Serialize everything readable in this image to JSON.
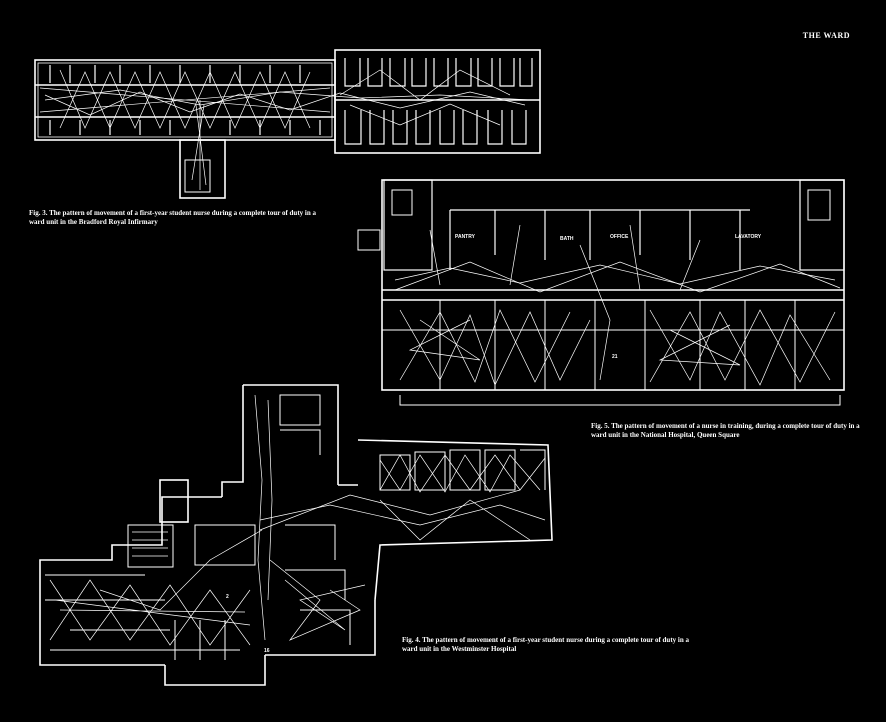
{
  "header": {
    "running_head": "THE WARD"
  },
  "figures": [
    {
      "id": "fig3",
      "caption": "Fig. 3. The pattern of movement of a first-year student nurse during a complete tour of duty in a ward unit in the Bradford Royal Infirmary"
    },
    {
      "id": "fig5",
      "caption": "Fig. 5. The pattern of movement of a nurse in training, during a complete tour of duty in a ward unit in the National Hospital, Queen Square"
    },
    {
      "id": "fig4",
      "caption": "Fig. 4. The pattern of movement of a first-year student nurse during a complete tour of duty in a ward unit in the Westminster Hospital"
    }
  ],
  "colors": {
    "background": "#000000",
    "ink": "#ffffff"
  }
}
